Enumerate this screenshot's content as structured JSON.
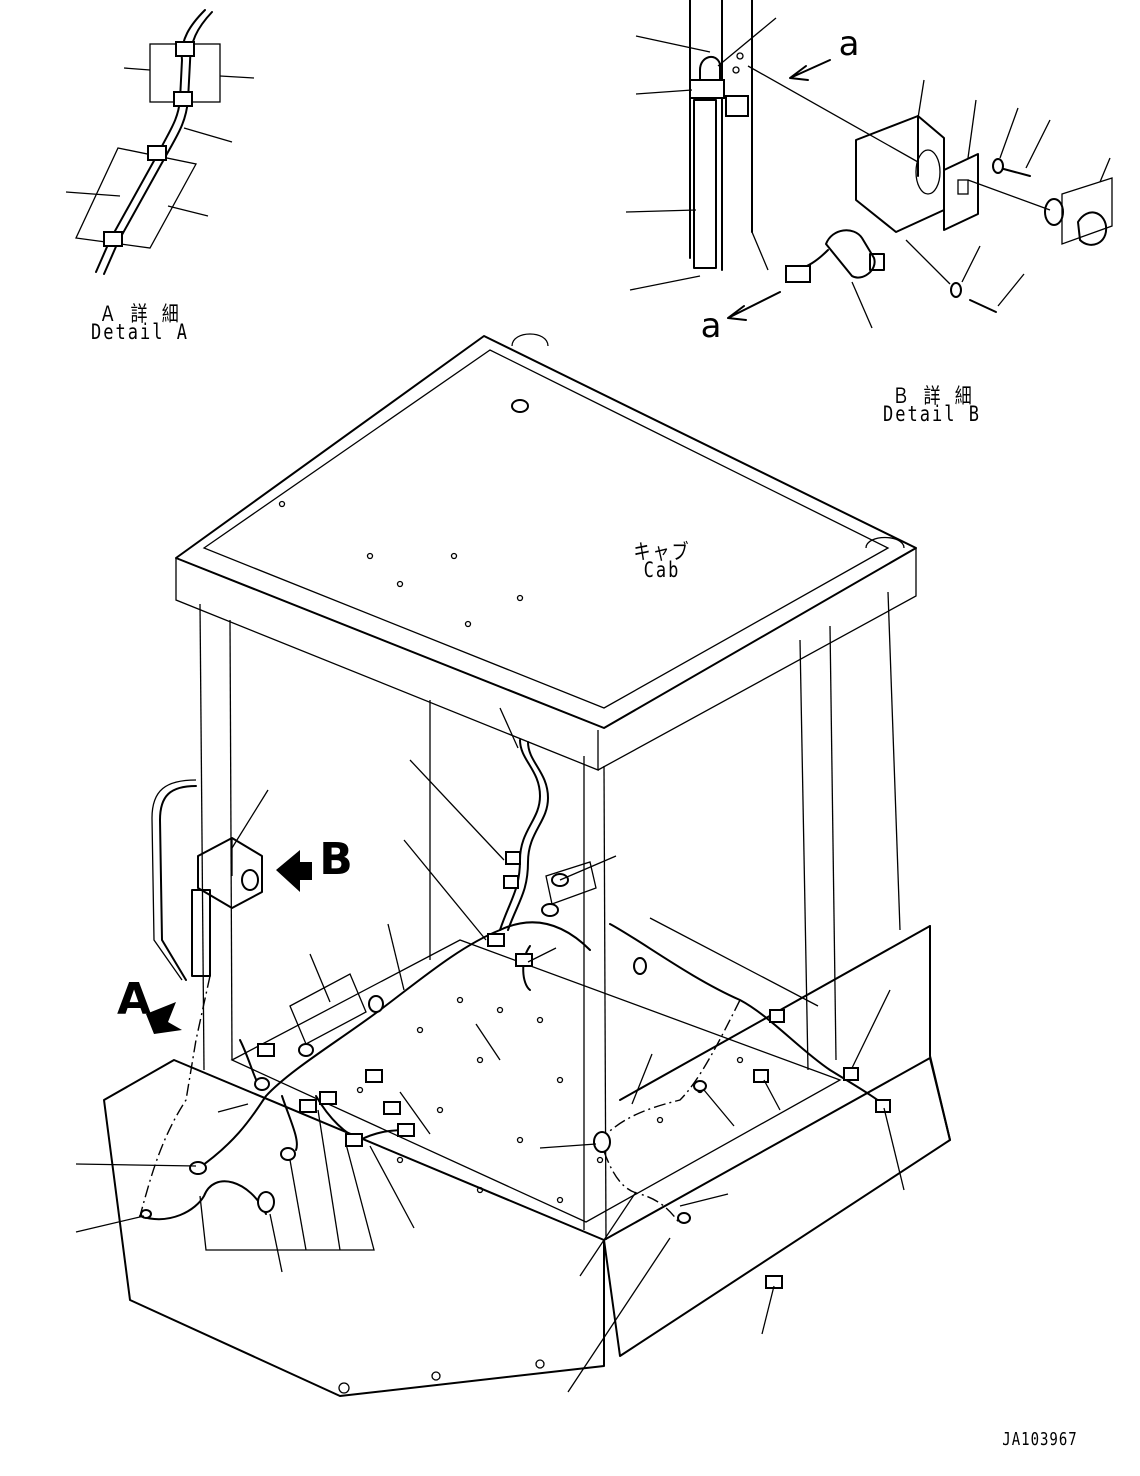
{
  "detail_a": {
    "title_ja": "Ａ 詳 細",
    "title_en": "Detail A"
  },
  "detail_b": {
    "title_ja": "Ｂ 詳 細",
    "title_en": "Detail B"
  },
  "cab": {
    "label_ja": "キャブ",
    "label_en": "Cab"
  },
  "callouts": {
    "a": "A",
    "b": "B"
  },
  "view_marks": {
    "upper": "a",
    "lower": "a"
  },
  "drawing_number": "JA103967"
}
